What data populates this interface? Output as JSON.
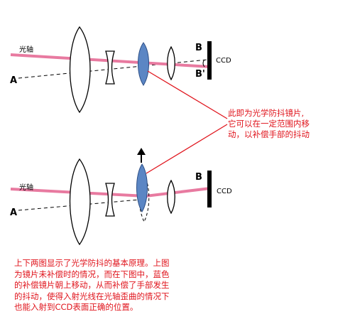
{
  "top_diagram": {
    "optical_axis_label": "光轴",
    "ray_label": "A",
    "point_b_label": "B",
    "point_b_prime_label": "B'",
    "sensor_label": "CCD"
  },
  "bottom_diagram": {
    "optical_axis_label": "光轴",
    "ray_label": "A",
    "point_b_label": "B",
    "sensor_label": "CCD"
  },
  "callout": {
    "lines": [
      "此即为光学防抖镜片,",
      "它可以在一定范围内移",
      "动，以补偿手部的抖动"
    ]
  },
  "caption": {
    "lines": [
      "上下两图显示了光学防抖的基本原理。上图",
      "为镜片未补偿时的情况，而在下图中，蓝色",
      "的补偿镜片朝上移动，从而补偿了手部发生",
      "的抖动，使得入射光线在光轴歪曲的情况下",
      "也能入射到CCD表面正确的位置。"
    ]
  },
  "colors": {
    "ray": "#e87aa0",
    "annotation": "#e0141c",
    "compensating_lens": "#5b86c4",
    "lens_outline": "#000000"
  }
}
